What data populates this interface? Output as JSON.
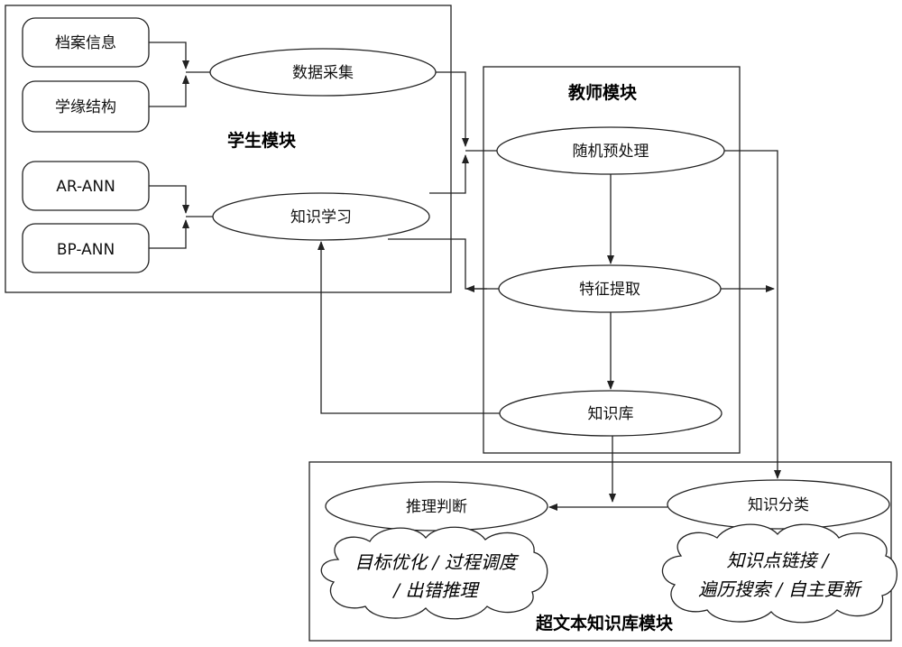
{
  "modules": {
    "student": "学生模块",
    "teacher": "教师模块",
    "hypertext": "超文本知识库模块"
  },
  "student_inputs": {
    "archive_info": "档案信息",
    "education_structure": "学缘结构",
    "ar_ann": "AR-ANN",
    "bp_ann": "BP-ANN"
  },
  "processes": {
    "data_collection": "数据采集",
    "knowledge_learning": "知识学习",
    "random_preprocessing": "随机预处理",
    "feature_extraction": "特征提取",
    "knowledge_base": "知识库",
    "reasoning": "推理判断",
    "knowledge_classification": "知识分类"
  },
  "clouds": {
    "left_line1": "目标优化 / 过程调度",
    "left_line2": "/  出错推理",
    "right_line1": "知识点链接 /",
    "right_line2": "遍历搜索 / 自主更新"
  }
}
